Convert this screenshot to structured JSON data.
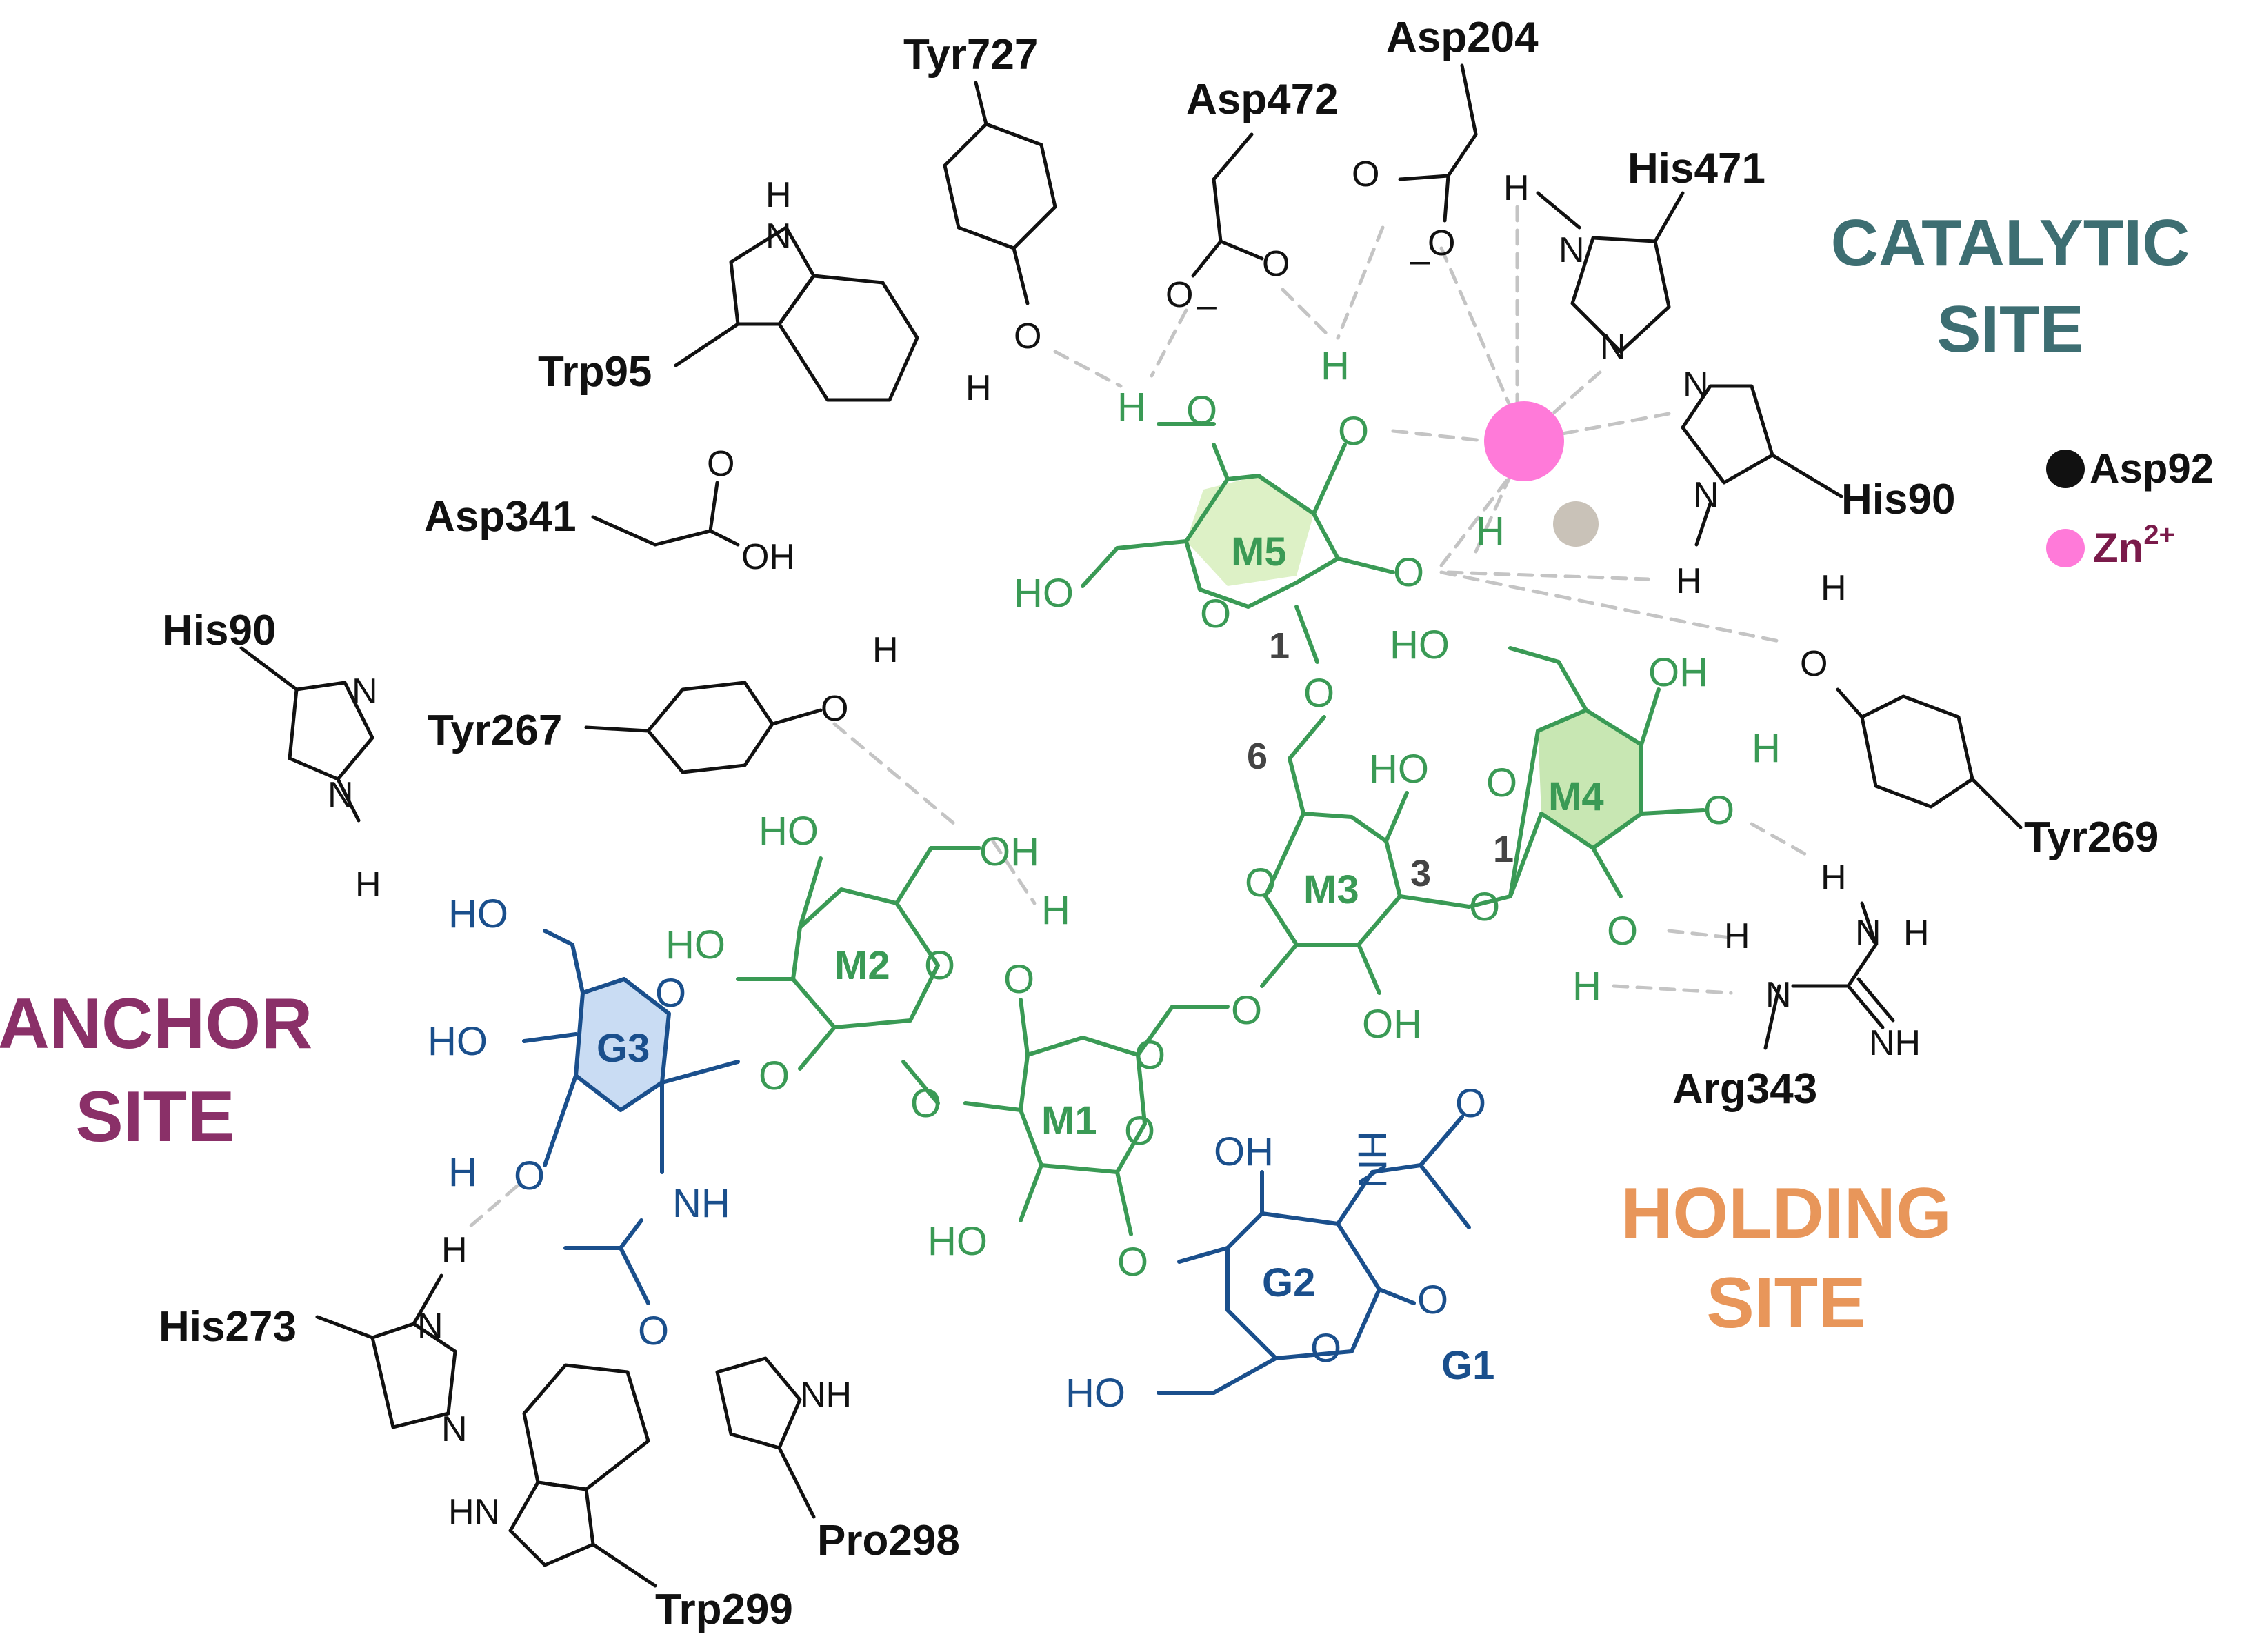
{
  "colors": {
    "residue": "#111111",
    "mannose": "#3a9a55",
    "mannose_fill_light": "#ddf1c6",
    "mannose_fill": "#c8e7b3",
    "glcnac": "#1a4f8c",
    "glcnac_fill": "#c9dcf3",
    "zinc": "#ff7ad9",
    "water": "#c9c2b8",
    "hbond": "#c4c4c4",
    "catalytic": "#3d6e72",
    "anchor": "#8a3068",
    "holding": "#e8965a"
  },
  "sites": {
    "catalytic_line1": "CATALYTIC",
    "catalytic_line2": "SITE",
    "anchor_line1": "ANCHOR",
    "anchor_line2": "SITE",
    "holding_line1": "HOLDING",
    "holding_line2": "SITE"
  },
  "legend": {
    "asp92": "Asp92",
    "zn": "Zn",
    "zn_charge": "2+"
  },
  "residues": {
    "tyr727": "Tyr727",
    "asp472": "Asp472",
    "asp204": "Asp204",
    "his471": "His471",
    "trp95": "Trp95",
    "asp341": "Asp341",
    "his90_left": "His90",
    "his90_right": "His90",
    "tyr267": "Tyr267",
    "tyr269": "Tyr269",
    "arg343": "Arg343",
    "his273": "His273",
    "trp299": "Trp299",
    "pro298": "Pro298"
  },
  "sugars": {
    "m1": "M1",
    "m2": "M2",
    "m3": "M3",
    "m4": "M4",
    "m5": "M5",
    "g1": "G1",
    "g2": "G2",
    "g3": "G3"
  },
  "linkages": {
    "m5_c1": "1",
    "m3_c6": "6",
    "m3_c3": "3",
    "m4_c1": "1"
  },
  "atoms": {
    "o": "O",
    "oh": "OH",
    "ho": "HO",
    "h": "H",
    "n": "N",
    "nh": "NH",
    "hn": "HN",
    "minus": "–"
  }
}
